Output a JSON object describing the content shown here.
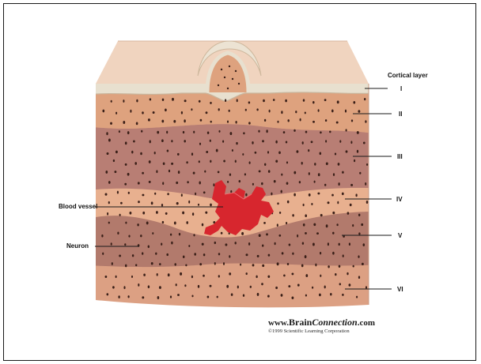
{
  "diagram": {
    "labels": {
      "cortical_layer": "Cortical layer",
      "layers": [
        "I",
        "II",
        "III",
        "IV",
        "V",
        "VI"
      ],
      "blood_vessel": "Blood vessel",
      "neuron": "Neuron"
    },
    "footer": {
      "site_prefix": "www.",
      "site_brand": "Brain",
      "site_connection": "Connection",
      "site_suffix": ".com",
      "copyright": "©1999 Scientific Learning Corporation"
    },
    "colors": {
      "top_surface": "#f0d4bf",
      "layer_I": "#e8e0cf",
      "layer_II": "#dea27e",
      "layer_III": "#b87e74",
      "layer_IV": "#e8b08f",
      "layer_V": "#b27a6c",
      "layer_VI": "#dca083",
      "blood_vessel": "#d7262e",
      "neuron_dots": "#3a1f18"
    }
  }
}
